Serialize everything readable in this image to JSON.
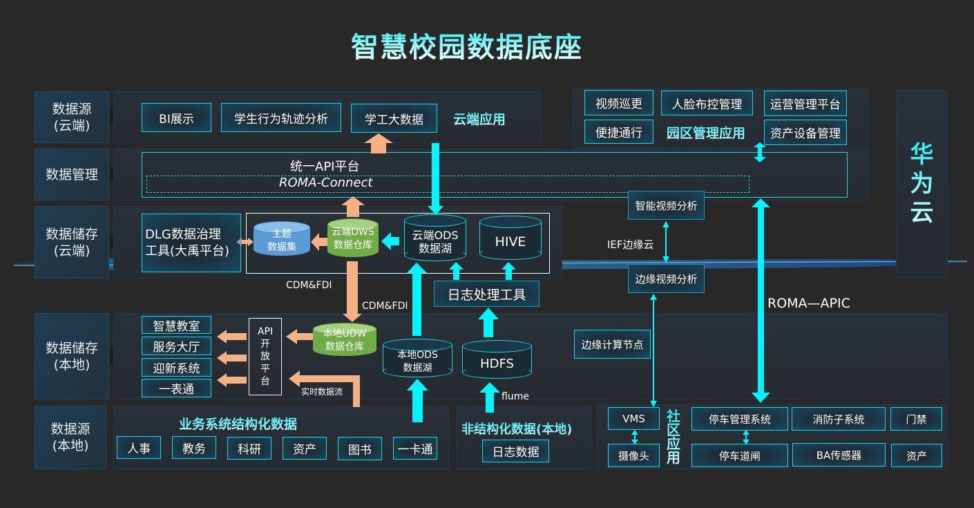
{
  "title": "智慧校园数据底座",
  "rows": {
    "source_cloud": "数据源\n(云端)",
    "data_mgmt": "数据管理",
    "storage_cloud": "数据储存\n(云端)",
    "storage_local": "数据储存\n(本地)",
    "source_local": "数据源\n(本地)"
  },
  "cloud_apps": {
    "items": [
      "BI展示",
      "学生行为轨迹分析",
      "学工大数据"
    ],
    "title": "云端应用"
  },
  "park_apps": {
    "items": [
      "视频巡更",
      "人脸布控管理",
      "运营管理平台",
      "便捷通行",
      "资产设备管理"
    ],
    "title": "园区管理应用"
  },
  "huawei_cloud": "华\n为\n云",
  "api_platform": {
    "name": "统一API平台",
    "sub": "ROMA-Connect"
  },
  "cloud_storage": {
    "dlg": "DLG数据治理\n工具(大禹平台)",
    "theme_dataset": "主题\n数据集",
    "dws": "云端DWS\n数据仓库",
    "ods": "云端ODS\n数据湖",
    "hive": "HIVE"
  },
  "log_tool": "日志处理工具",
  "cdm_label_1": "CDM&FDI",
  "cdm_label_2": "CDM&FDI",
  "edge": {
    "smart_video": "智能视频分析",
    "ief": "IEF边缘云",
    "edge_video": "边缘视频分析",
    "edge_node": "边缘计算节点"
  },
  "roma_apic": "ROMA—APIC",
  "local_storage": {
    "apps": [
      "智慧教室",
      "服务大厅",
      "迎新系统",
      "一表通"
    ],
    "api_open_platform": "API\n开\n放\n平\n台",
    "udw": "本地UDW\n数据仓库",
    "ods": "本地ODS\n数据湖",
    "hdfs": "HDFS",
    "realtime_flow": "实时数据流",
    "flume": "flume"
  },
  "structured": {
    "title": "业务系统结构化数据",
    "items": [
      "人事",
      "教务",
      "科研",
      "资产",
      "图书",
      "一卡通"
    ]
  },
  "unstructured": {
    "title": "非结构化数据(本地)",
    "item": "日志数据"
  },
  "community": {
    "title": "社\n区\n应\n用",
    "vms": "VMS",
    "camera": "摄像头",
    "parking_mgmt": "停车管理系统",
    "fire": "消防子系统",
    "access": "门禁",
    "parking_gate": "停车道闸",
    "ba_sensor": "BA传感器",
    "assets": "资产"
  },
  "colors": {
    "cyan": "#00f5ff",
    "orange": "#f4b183",
    "box_border": "#1ad5e6"
  }
}
